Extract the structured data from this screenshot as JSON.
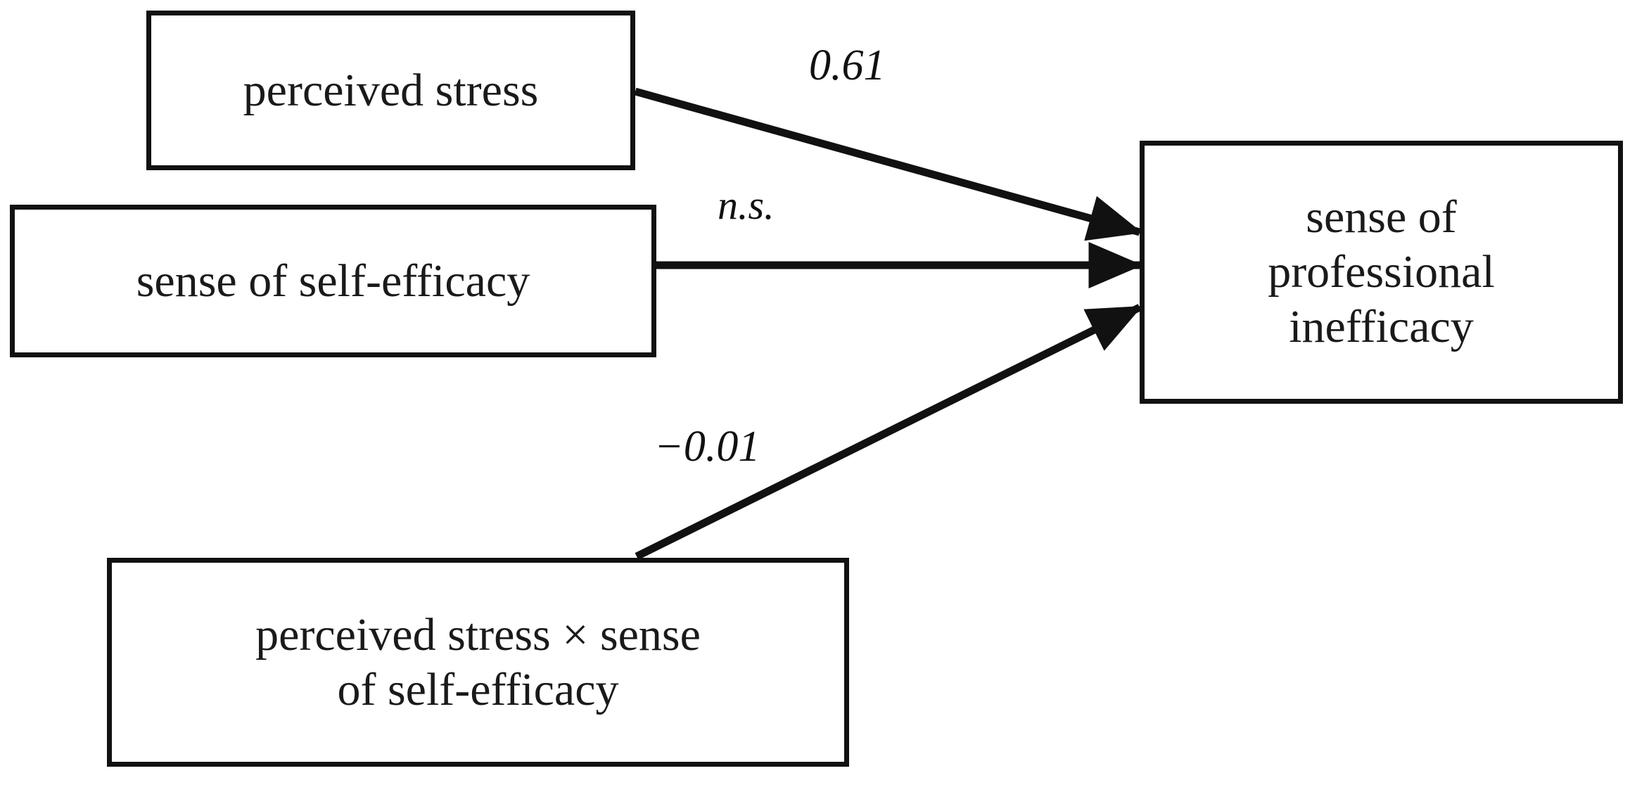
{
  "figure": {
    "type": "path-diagram",
    "background_color": "#ffffff",
    "line_color": "#111111",
    "text_color": "#1a1a1a"
  },
  "nodes": {
    "perceived_stress": {
      "label": "perceived stress"
    },
    "self_efficacy": {
      "label": "sense of self-efficacy"
    },
    "interaction": {
      "label": "perceived stress × sense\nof self-efficacy"
    },
    "inefficacy": {
      "label": "sense of\nprofessional\ninefficacy"
    }
  },
  "edges": [
    {
      "name": "stress-to-inefficacy",
      "from": "perceived stress",
      "to": "sense of professional inefficacy",
      "label": "0.61",
      "significance": "significant",
      "arrowhead": true
    },
    {
      "name": "self-efficacy-to-inefficacy",
      "from": "sense of self-efficacy",
      "to": "sense of professional inefficacy",
      "label": "n.s.",
      "significance": "not significant",
      "arrowhead": true
    },
    {
      "name": "interaction-to-inefficacy",
      "from": "perceived stress × sense of self-efficacy",
      "to": "sense of professional inefficacy",
      "label": "−0.01",
      "significance": "significant",
      "arrowhead": true
    }
  ],
  "chart_data": {
    "type": "diagram",
    "title": "",
    "nodes": [
      "perceived stress",
      "sense of self-efficacy",
      "perceived stress × sense of self-efficacy",
      "sense of professional inefficacy"
    ],
    "paths": [
      {
        "predictor": "perceived stress",
        "outcome": "sense of professional inefficacy",
        "coefficient": 0.61,
        "label": "0.61"
      },
      {
        "predictor": "sense of self-efficacy",
        "outcome": "sense of professional inefficacy",
        "coefficient": null,
        "label": "n.s."
      },
      {
        "predictor": "perceived stress × sense of self-efficacy",
        "outcome": "sense of professional inefficacy",
        "coefficient": -0.01,
        "label": "−0.01"
      }
    ]
  }
}
